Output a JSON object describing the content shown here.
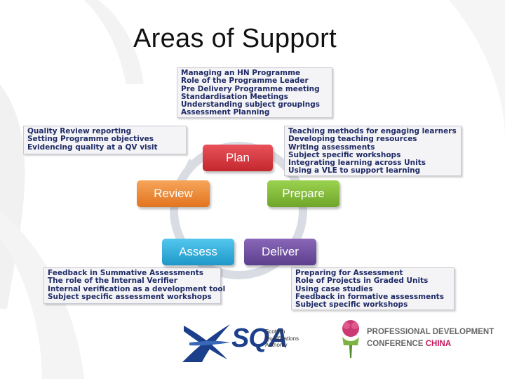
{
  "slide": {
    "title": "Areas of Support"
  },
  "cycle": {
    "stages": [
      {
        "id": "plan",
        "label": "Plan",
        "color": "#d63a40"
      },
      {
        "id": "prepare",
        "label": "Prepare",
        "color": "#82bb38"
      },
      {
        "id": "deliver",
        "label": "Deliver",
        "color": "#6f4fa3"
      },
      {
        "id": "assess",
        "label": "Assess",
        "color": "#34b1de"
      },
      {
        "id": "review",
        "label": "Review",
        "color": "#ee8a36"
      }
    ],
    "arrow_color": "#dfe3e8"
  },
  "boxes": {
    "plan": [
      "Managing an HN Programme",
      "Role of the Programme Leader",
      "Pre Delivery Programme meeting",
      "Standardisation Meetings",
      "Understanding subject groupings",
      "Assessment  Planning"
    ],
    "review": [
      "Quality Review reporting",
      "Setting Programme objectives",
      "Evidencing quality at a QV visit"
    ],
    "prepare": [
      "Teaching methods for engaging learners",
      "Developing teaching resources",
      "Writing assessments",
      "Subject specific workshops",
      "Integrating learning across Units",
      "Using a VLE to support learning"
    ],
    "assess": [
      "Feedback in Summative Assessments",
      "The role of the Internal Verifier",
      "Internal verification as a development tool",
      "Subject specific assessment  workshops"
    ],
    "deliver": [
      "Preparing for Assessment",
      "Role of Projects in Graded Units",
      "Using case studies",
      "Feedback in formative assessments",
      "Subject specific workshops"
    ]
  },
  "logos": {
    "sqa": {
      "wordmark": "SQA",
      "subtitle": [
        "Scottish",
        "Qualifications",
        "Authority"
      ],
      "icon": "sqa-saltire-icon"
    },
    "pdc": {
      "line1": "PROFESSIONAL DEVELOPMENT",
      "line2_prefix": "CONFERENCE",
      "line2_accent": "CHINA",
      "icon": "thistle-icon"
    }
  }
}
